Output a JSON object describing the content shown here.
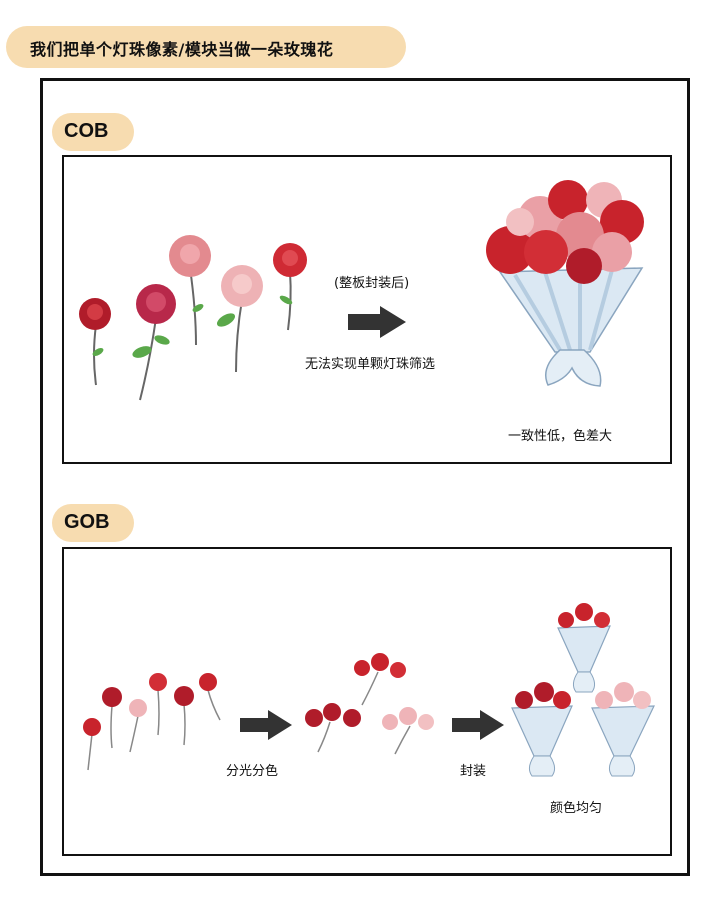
{
  "header": {
    "title": "我们把单个灯珠像素/模块当做一朵玫瑰花"
  },
  "cob": {
    "label": "COB",
    "caption_top": "(整板封装后)",
    "caption_bottom": "无法实现单颗灯珠筛选",
    "result": "一致性低，色差大"
  },
  "gob": {
    "label": "GOB",
    "step1": "分光分色",
    "step2": "封装",
    "result": "颜色均匀"
  },
  "colors": {
    "pill": "#f7dcb0",
    "rose_red": "#c8232c",
    "rose_pink": "#e99aa0",
    "rose_crimson": "#b02040",
    "leaf": "#5aa84a",
    "wrap": "#d7e6f2",
    "arrow": "#333333"
  }
}
